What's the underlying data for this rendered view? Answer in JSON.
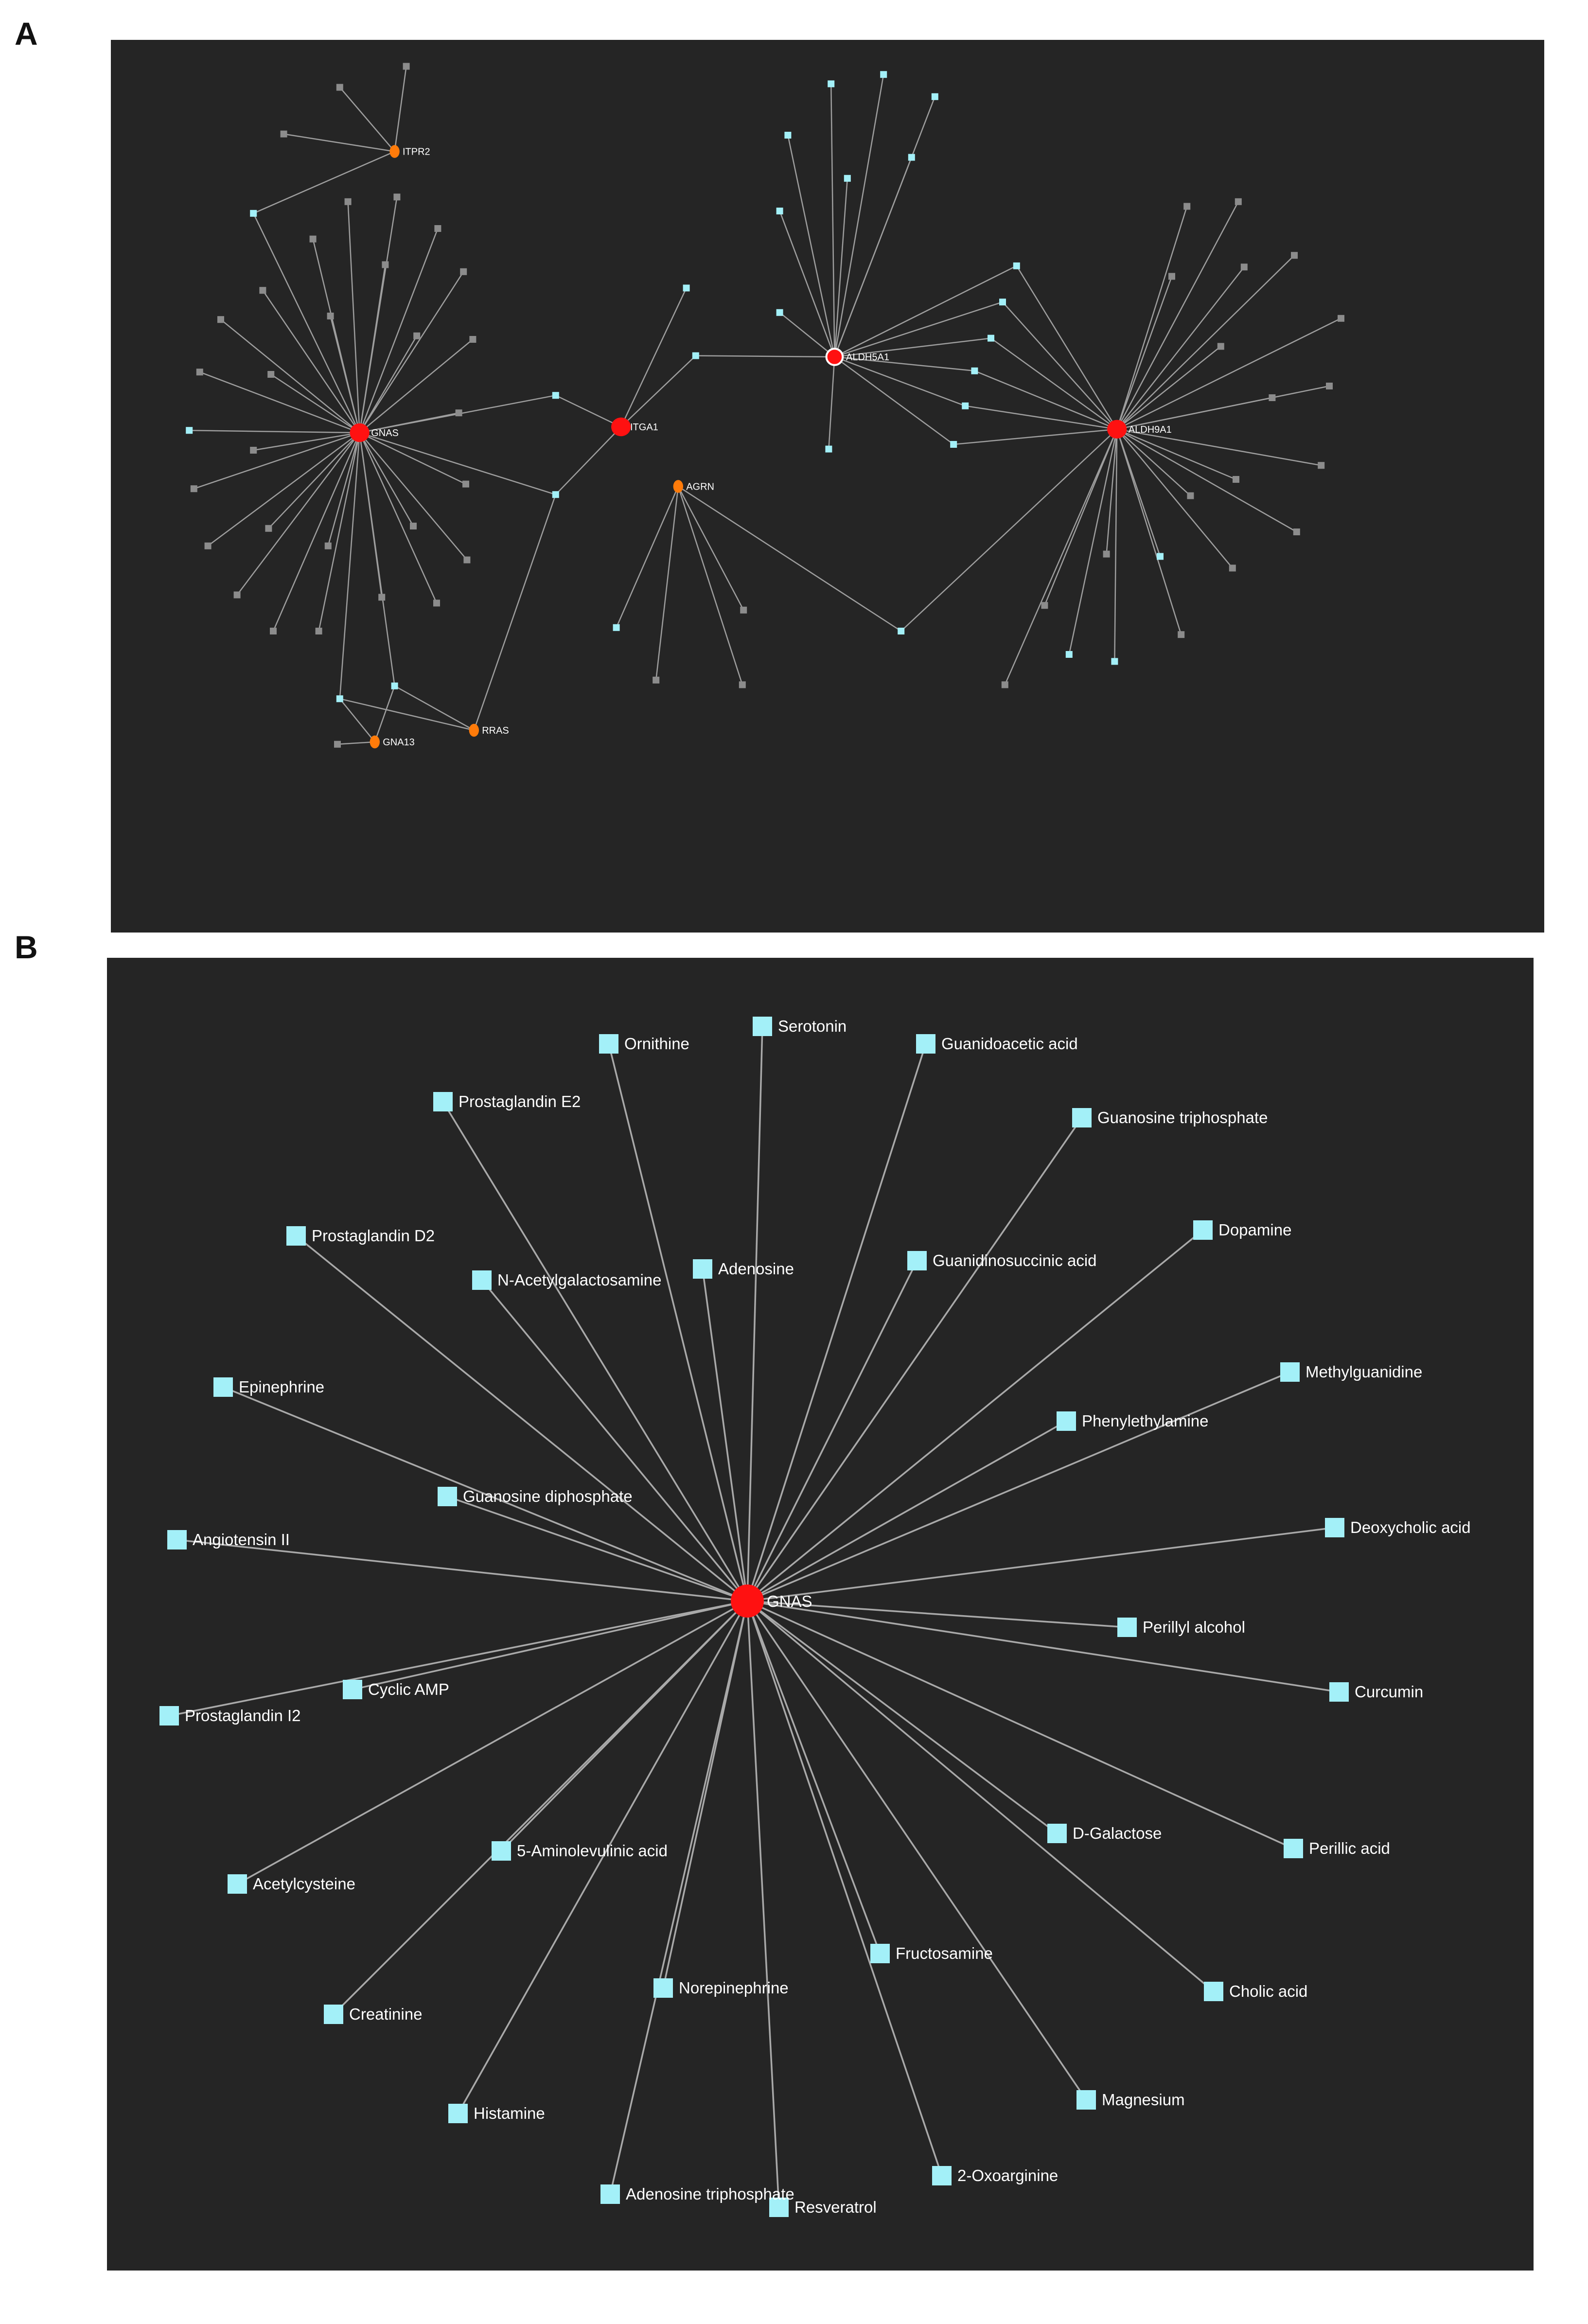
{
  "panel_labels": {
    "a": "A",
    "b": "B"
  },
  "colors": {
    "background": "#252525",
    "edge": "#a0a0a0",
    "hub_red": "#ff1111",
    "hub_orange": "#ff7b0a",
    "node_cyan": "#a3f0f8",
    "node_gray": "#8c8c8c",
    "label": "#ffffff"
  },
  "panel_a": {
    "hubs": [
      {
        "name": "ITPR2",
        "color": "orange"
      },
      {
        "name": "GNAS",
        "color": "red"
      },
      {
        "name": "ITGA1",
        "color": "red"
      },
      {
        "name": "ALDH5A1",
        "color": "red-ring"
      },
      {
        "name": "ALDH9A1",
        "color": "red"
      },
      {
        "name": "AGRN",
        "color": "orange"
      },
      {
        "name": "GNA13",
        "color": "orange"
      },
      {
        "name": "RRAS",
        "color": "orange"
      }
    ]
  },
  "panel_b": {
    "hub": "GNAS",
    "metabolites": [
      "Serotonin",
      "Ornithine",
      "Guanidoacetic acid",
      "Prostaglandin E2",
      "Guanosine triphosphate",
      "Prostaglandin D2",
      "Dopamine",
      "N-Acetylgalactosamine",
      "Adenosine",
      "Guanidinosuccinic acid",
      "Epinephrine",
      "Methylguanidine",
      "Phenylethylamine",
      "Guanosine diphosphate",
      "Deoxycholic acid",
      "Angiotensin II",
      "Perillyl alcohol",
      "Curcumin",
      "Cyclic AMP",
      "Prostaglandin I2",
      "D-Galactose",
      "Perillic acid",
      "5-Aminolevulinic acid",
      "Acetylcysteine",
      "Fructosamine",
      "Cholic acid",
      "Norepinephrine",
      "Creatinine",
      "Magnesium",
      "Histamine",
      "2-Oxoarginine",
      "Adenosine triphosphate",
      "Resveratrol"
    ]
  }
}
